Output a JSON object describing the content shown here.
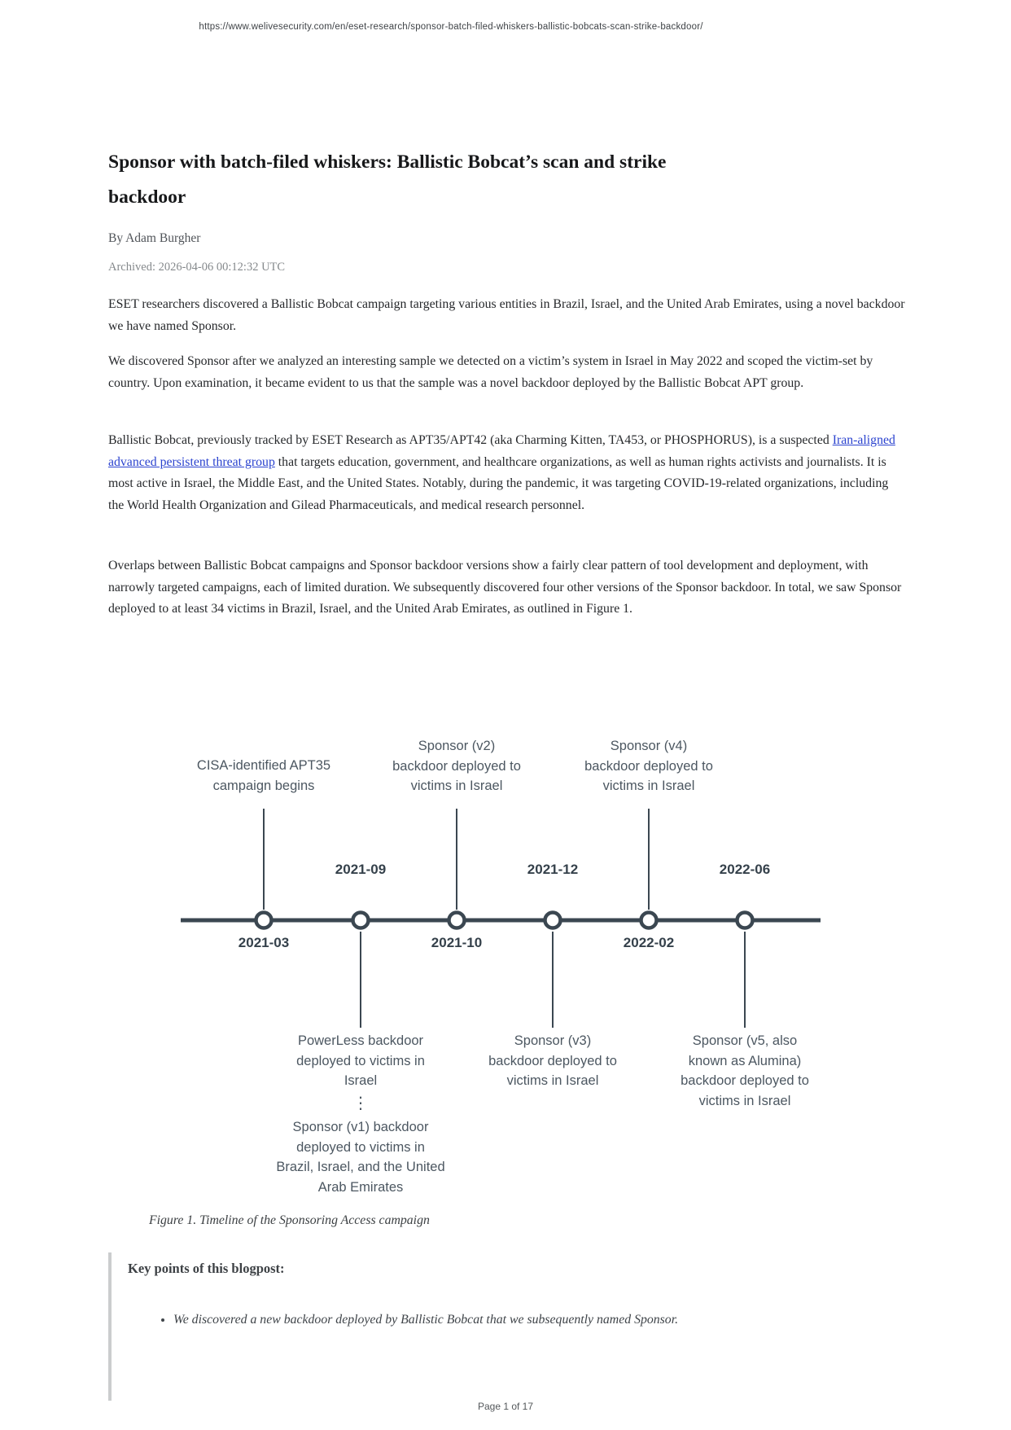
{
  "browser": {
    "url": "https://www.welivesecurity.com/en/eset-research/sponsor-batch-filed-whiskers-ballistic-bobcats-scan-strike-backdoor/"
  },
  "article": {
    "title": "Sponsor with batch-filed whiskers: Ballistic Bobcat’s scan and strike\nbackdoor",
    "byline": "By Adam Burgher",
    "archived": "Archived: 2026-04-06 00:12:32 UTC",
    "paragraphs": {
      "p1": "ESET researchers discovered a Ballistic Bobcat campaign targeting various entities in Brazil, Israel, and the United Arab Emirates, using a novel backdoor we have named Sponsor.",
      "p2": "We discovered Sponsor after we analyzed an interesting sample we detected on a victim’s system in Israel in May 2022 and scoped the victim-set by country. Upon examination, it became evident to us that the sample was a novel backdoor deployed by the Ballistic Bobcat APT group.",
      "p3_pre": "Ballistic Bobcat, previously tracked by ESET Research as APT35/APT42 (aka Charming Kitten, TA453, or PHOSPHORUS), is a suspected ",
      "p3_link": "Iran-aligned advanced persistent threat group",
      "p3_post": " that targets education, government, and healthcare organizations, as well as human rights activists and journalists. It is most active in Israel, the Middle East, and the United States. Notably, during the pandemic, it was targeting COVID-19-related organizations, including the World Health Organization and Gilead Pharmaceuticals, and medical research personnel.",
      "p4": "Overlaps between Ballistic Bobcat campaigns and Sponsor backdoor versions show a fairly clear pattern of tool development and deployment, with narrowly targeted campaigns, each of limited duration. We subsequently discovered four other versions of the Sponsor backdoor. In total, we saw Sponsor deployed to at least 34 victims in Brazil, Israel, and the United Arab Emirates, as outlined in Figure 1."
    },
    "figure_caption": "Figure 1. Timeline of the Sponsoring Access campaign",
    "key_points": {
      "heading": "Key points of this blogpost:",
      "bullets": [
        "We discovered a new backdoor deployed by Ballistic Bobcat that we subsequently named Sponsor."
      ]
    },
    "footer": "Page 1 of 17"
  },
  "timeline": {
    "ellipsis": "⋮",
    "colors": {
      "line": "#3b4751",
      "label": "#4c5761",
      "date": "#35414b"
    },
    "events": [
      {
        "date": "2021-03",
        "label": "CISA-identified APT35\ncampaign begins"
      },
      {
        "date": "2021-09",
        "label": "PowerLess backdoor\ndeployed to victims in\nIsrael",
        "label2": "Sponsor (v1) backdoor\ndeployed to victims in\nBrazil, Israel, and the United\nArab Emirates"
      },
      {
        "date": "2021-10",
        "label": "Sponsor (v2)\nbackdoor deployed to\nvictims in Israel"
      },
      {
        "date": "2021-12",
        "label": "Sponsor (v3)\nbackdoor deployed to\nvictims in Israel"
      },
      {
        "date": "2022-02",
        "label": "Sponsor (v4)\nbackdoor deployed to\nvictims in Israel"
      },
      {
        "date": "2022-06",
        "label": "Sponsor (v5, also\nknown as Alumina)\nbackdoor deployed to\nvictims in Israel"
      }
    ]
  }
}
